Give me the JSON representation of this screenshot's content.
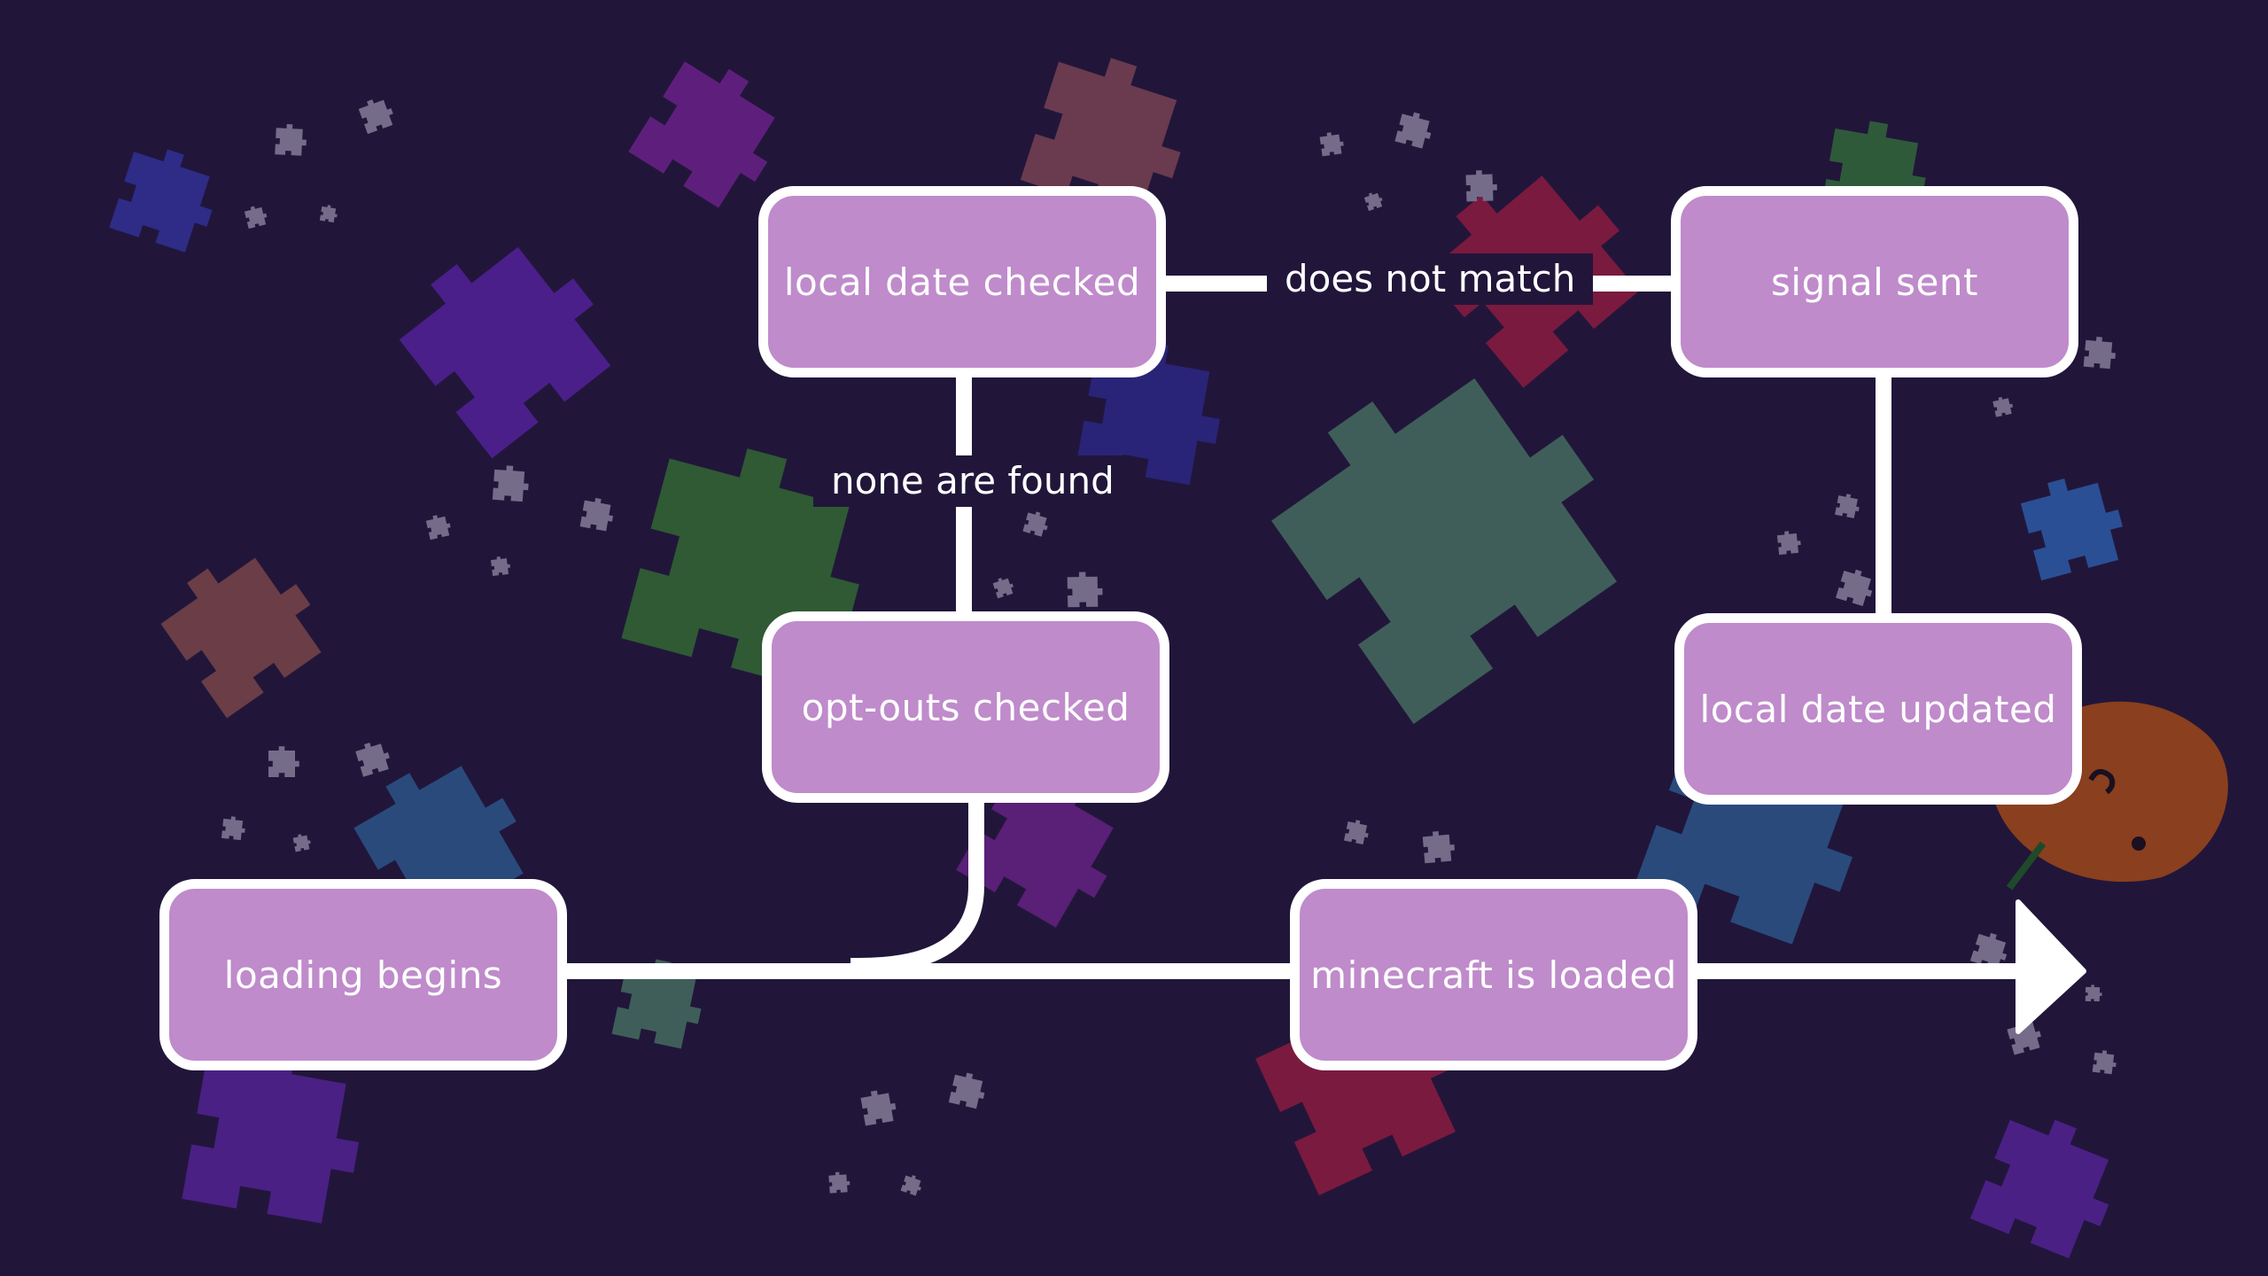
{
  "nodes": {
    "loading_begins": "loading begins",
    "opt_outs_checked": "opt-outs checked",
    "local_date_checked": "local date checked",
    "signal_sent": "signal sent",
    "local_date_updated": "local date updated",
    "minecraft_is_loaded": "minecraft is loaded"
  },
  "edges": {
    "none_are_found": "none are found",
    "does_not_match": "does not match"
  },
  "colors": {
    "background": "#21163a",
    "node_fill": "#bf8bcb",
    "line": "#ffffff"
  }
}
